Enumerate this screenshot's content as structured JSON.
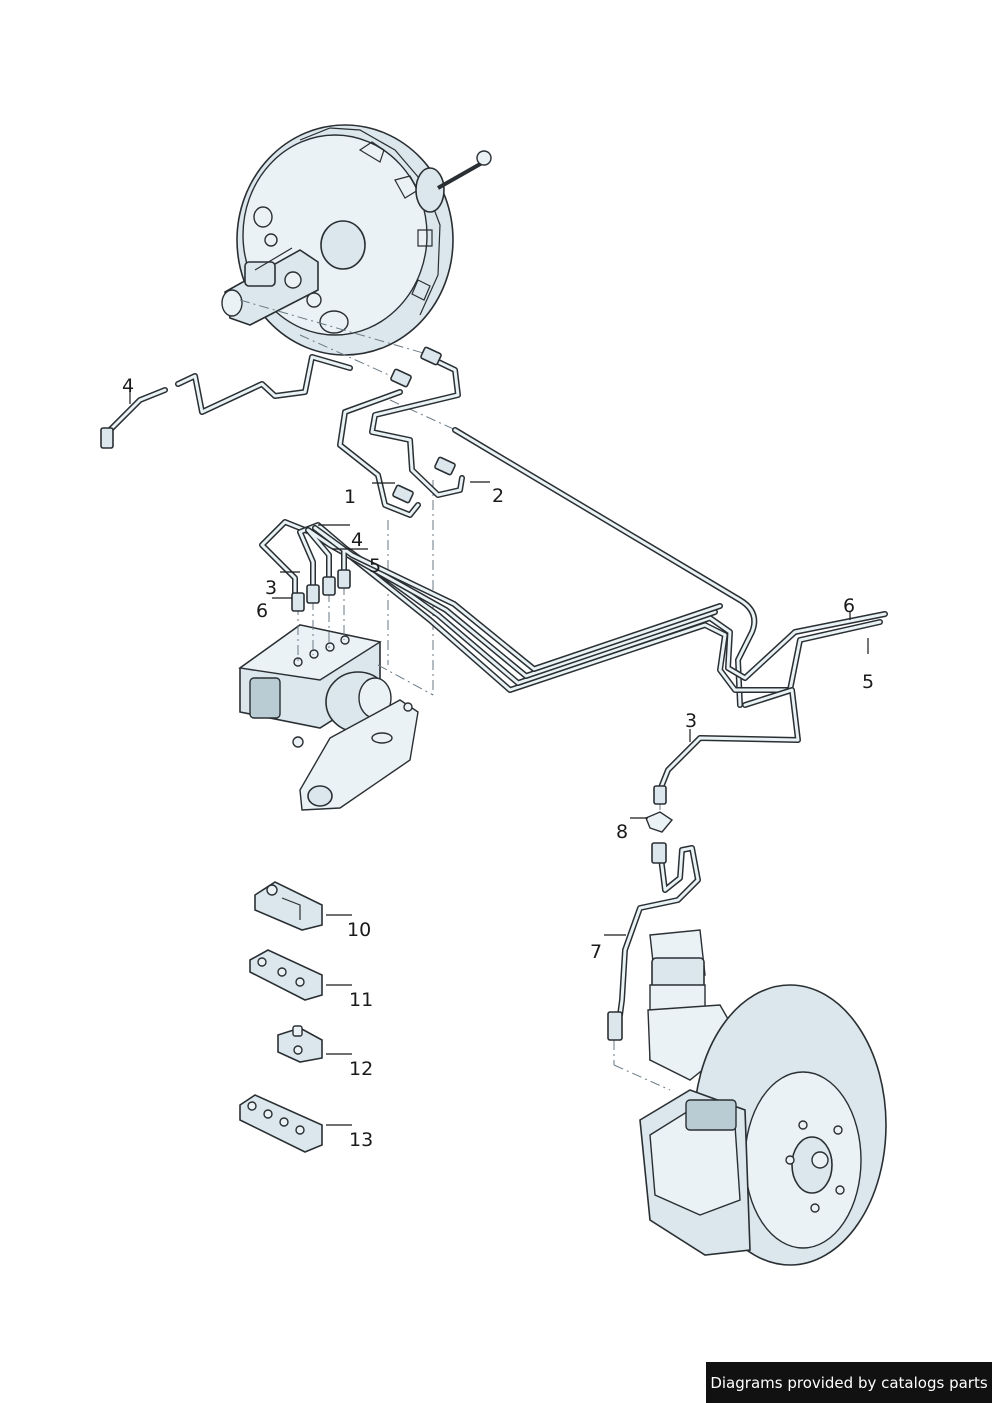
{
  "callouts": [
    {
      "label": "4"
    },
    {
      "label": "1"
    },
    {
      "label": "2"
    },
    {
      "label": "4"
    },
    {
      "label": "5"
    },
    {
      "label": "3"
    },
    {
      "label": "6"
    },
    {
      "label": "6"
    },
    {
      "label": "5"
    },
    {
      "label": "3"
    },
    {
      "label": "8"
    },
    {
      "label": "7"
    },
    {
      "label": "10"
    },
    {
      "label": "11"
    },
    {
      "label": "12"
    },
    {
      "label": "13"
    }
  ],
  "credit": "Diagrams provided by catalogs parts",
  "colors": {
    "part_fill": "#dbe7ec",
    "line": "#2a2f33",
    "credit_bg": "#111111"
  }
}
